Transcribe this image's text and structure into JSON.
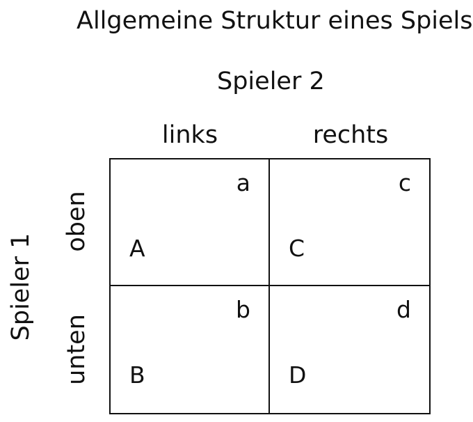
{
  "title": "Allgemeine Struktur eines Spiels",
  "player2": {
    "label": "Spieler 2",
    "strategies": [
      "links",
      "rechts"
    ]
  },
  "player1": {
    "label": "Spieler 1",
    "strategies": [
      "oben",
      "unten"
    ]
  },
  "matrix": [
    [
      {
        "player1_payoff": "A",
        "player2_payoff": "a"
      },
      {
        "player1_payoff": "C",
        "player2_payoff": "c"
      }
    ],
    [
      {
        "player1_payoff": "B",
        "player2_payoff": "b"
      },
      {
        "player1_payoff": "D",
        "player2_payoff": "d"
      }
    ]
  ]
}
